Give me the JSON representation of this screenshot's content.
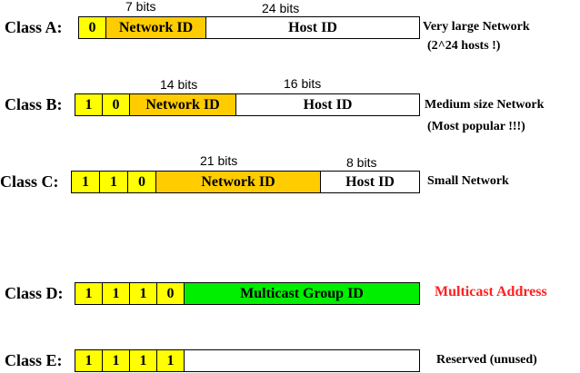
{
  "classes": {
    "a": {
      "label": "Class A:",
      "bits": [
        "0"
      ],
      "network_bits": "7 bits",
      "host_bits": "24 bits",
      "network": "Network ID",
      "host": "Host ID",
      "desc_line1": "Very large Network",
      "desc_line2": "(2^24 hosts !)"
    },
    "b": {
      "label": "Class B:",
      "bits": [
        "1",
        "0"
      ],
      "network_bits": "14 bits",
      "host_bits": "16 bits",
      "network": "Network ID",
      "host": "Host ID",
      "desc_line1": "Medium size Network",
      "desc_line2": "(Most popular !!!)"
    },
    "c": {
      "label": "Class C:",
      "bits": [
        "1",
        "1",
        "0"
      ],
      "network_bits": "21 bits",
      "host_bits": "8 bits",
      "network": "Network ID",
      "host": "Host ID",
      "desc_line1": "Small Network"
    },
    "d": {
      "label": "Class D:",
      "bits": [
        "1",
        "1",
        "1",
        "0"
      ],
      "group": "Multicast Group ID",
      "desc_line1": "Multicast Address"
    },
    "e": {
      "label": "Class E:",
      "bits": [
        "1",
        "1",
        "1",
        "1"
      ],
      "desc_line1": "Reserved (unused)"
    }
  },
  "colors": {
    "fixed_bits": "#ffff00",
    "network_id": "#ffcc00",
    "host_id": "#ffffff",
    "multicast": "#00ee00",
    "multicast_label": "#ff2020"
  }
}
